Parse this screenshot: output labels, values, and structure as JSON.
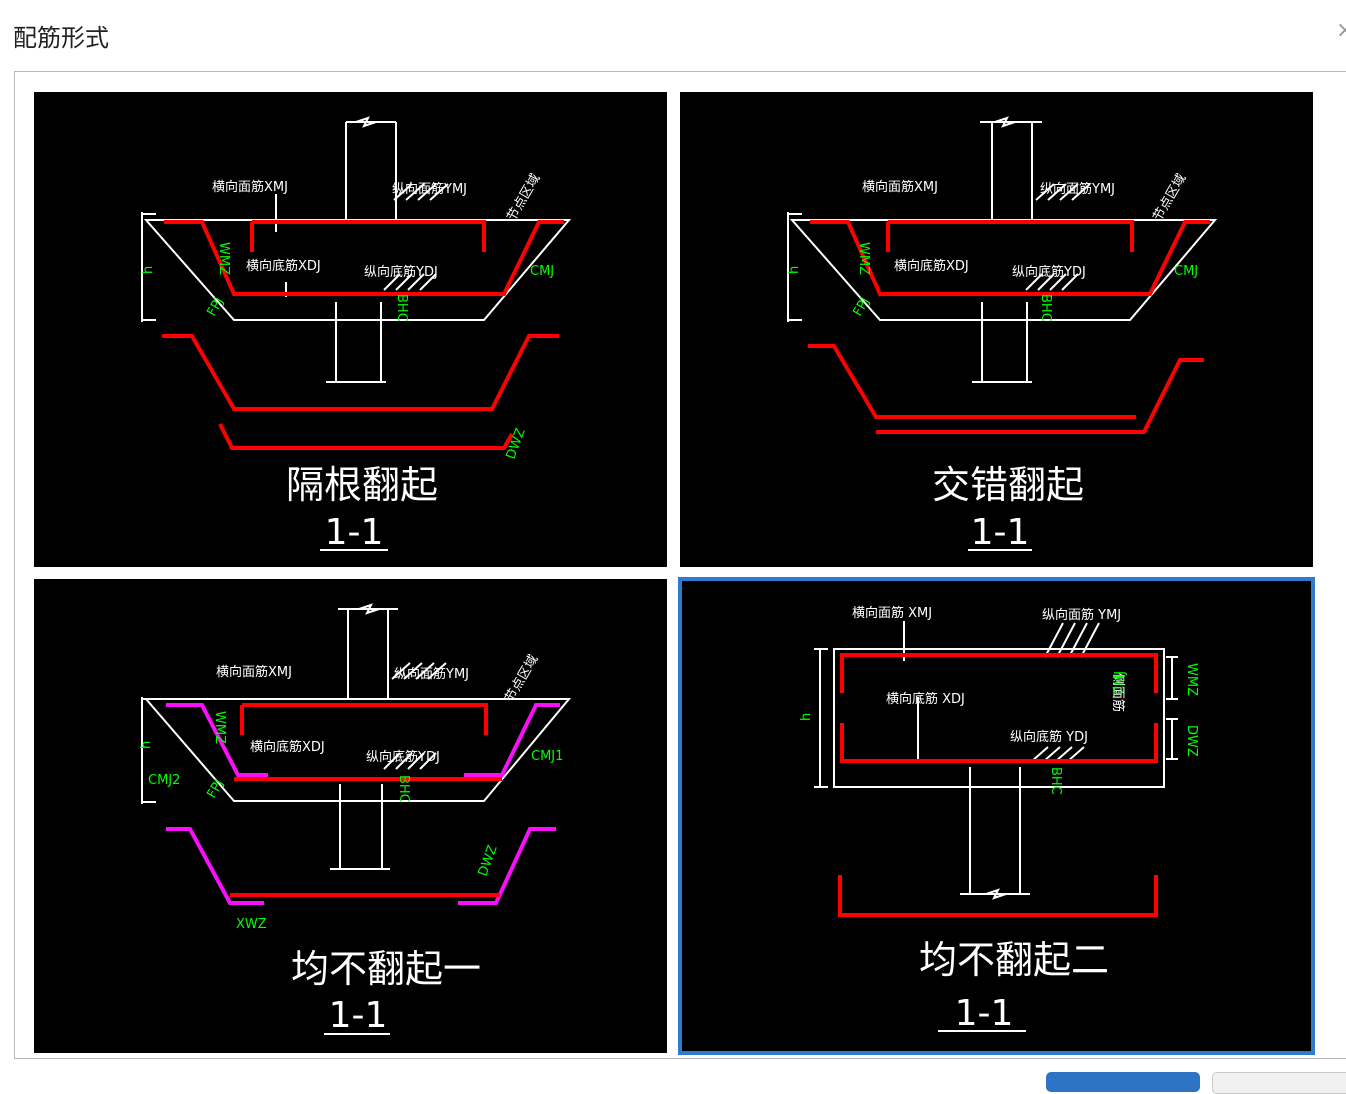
{
  "dialog": {
    "title": "配筋形式",
    "close_glyph": "×"
  },
  "options": [
    {
      "name": "隔根翻起",
      "section": "1-1",
      "labels": {
        "xmj": "横向面筋XMJ",
        "ymj": "纵向面筋YMJ",
        "xdj": "横向底筋XDJ",
        "ydj": "纵向底筋YDJ",
        "zone": "节点区域",
        "wmz": "WMZ",
        "h": "h",
        "cmj": "CMJ",
        "fpj": "FPJ",
        "bhc": "BHC",
        "dwz": "DWZ"
      }
    },
    {
      "name": "交错翻起",
      "section": "1-1",
      "labels": {
        "xmj": "横向面筋XMJ",
        "ymj": "纵向面筋YMJ",
        "xdj": "横向底筋XDJ",
        "ydj": "纵向底筋YDJ",
        "zone": "节点区域",
        "wmz": "WMZ",
        "h": "h",
        "cmj": "CMJ",
        "fpj": "FPJ",
        "bhc": "BHC"
      }
    },
    {
      "name": "均不翻起一",
      "section": "1-1",
      "labels": {
        "xmj": "横向面筋XMJ",
        "ymj": "纵向面筋YMJ",
        "xdj": "横向底筋XDJ",
        "ydj": "纵向底筋YDJ",
        "zone": "节点区域",
        "wmz": "WMZ",
        "h": "h",
        "cmj1": "CMJ1",
        "cmj2": "CMJ2",
        "fpj": "FPJ",
        "bhc": "BHC",
        "dwz": "DWZ",
        "xwz": "XWZ"
      }
    },
    {
      "name": "均不翻起二",
      "section": "1-1",
      "selected": true,
      "labels": {
        "xmj": "横向面筋 XMJ",
        "ymj": "纵向面筋 YMJ",
        "xdj": "横向底筋 XDJ",
        "ydj": "纵向底筋 YDJ",
        "cmj_title": "侧面筋",
        "cmj": "CMJ",
        "h": "h",
        "wmz": "WMZ",
        "dwz": "DWZ",
        "bhc": "BHC"
      }
    }
  ],
  "colors": {
    "rebar": "#ff0000",
    "rebar_alt": "#ff00ff",
    "label": "#00ff00",
    "line": "#ffffff",
    "selected_border": "#2f7bd0"
  }
}
